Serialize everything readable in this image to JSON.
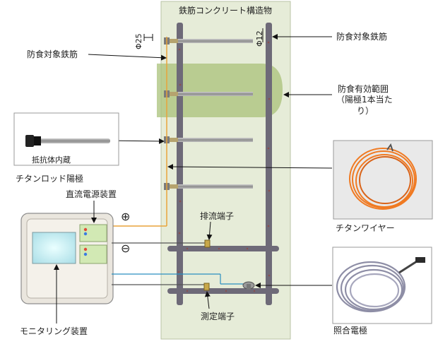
{
  "title": "鉄筋コンクリート構造物",
  "rebar_dimensions": {
    "left": "Φ25",
    "right": "Φ12"
  },
  "labels": {
    "target_rebar_right": "防食対象鉄筋",
    "target_rebar_left": "防食対象鉄筋",
    "effective_range_line1": "防食有効範囲",
    "effective_range_line2": "（陽極1本当た",
    "effective_range_line3": "り）",
    "resistor_built_in": "抵抗体内蔵",
    "titanium_rod_anode": "チタンロッド陽極",
    "dc_power_supply": "直流電源装置",
    "plus_sign": "⊕",
    "minus_sign": "⊖",
    "drain_terminal": "排流端子",
    "titanium_wire": "チタンワイヤー",
    "monitoring_device": "モニタリング装置",
    "measurement_terminal": "測定端子",
    "reference_electrode": "照合電極"
  },
  "colors": {
    "concrete": "#e6ecd8",
    "effective_zone": "#a9c27a",
    "rebar": "#6e6a78",
    "anode_wire": "#e8a33a",
    "signal_wire": "#2a8fc0",
    "monitor_screen": "#c9eef3",
    "power_box": "#d2e9b4"
  },
  "icons": {
    "titanium_rod": "rod-anode-photo",
    "titanium_wire_coil": "orange-wire-coil-photo",
    "reference_electrode": "reference-electrode-cable-photo"
  }
}
